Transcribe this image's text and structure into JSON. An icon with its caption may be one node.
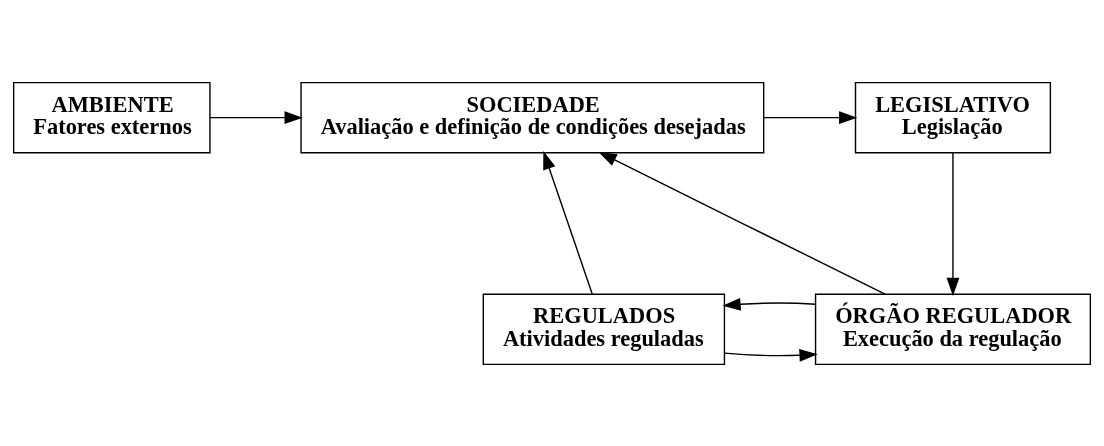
{
  "diagram": {
    "nodes": [
      {
        "text": [
          "AMBIENTE",
          "Fatores externos"
        ]
      },
      {
        "text": [
          "SOCIEDADE",
          "Avaliação e definição de condições desejadas"
        ]
      },
      {
        "text": [
          "LEGISLATIVO",
          "Legislação"
        ]
      },
      {
        "text": [
          "REGULADOS",
          "Atividades reguladas"
        ]
      },
      {
        "text": [
          "ÓRGÃO REGULADOR",
          "Execução da regulação"
        ]
      }
    ],
    "edges": [
      {
        "from": 0,
        "to": 1,
        "arrow": "to"
      },
      {
        "from": 1,
        "to": 2,
        "arrow": "to"
      },
      {
        "from": 2,
        "to": 4,
        "arrow": "to"
      },
      {
        "from": 4,
        "to": 1,
        "arrow": "to"
      },
      {
        "from": 3,
        "to": 1,
        "arrow": "to"
      },
      {
        "from": 3,
        "to": 4,
        "arrow": "to"
      },
      {
        "from": 4,
        "to": 3,
        "arrow": "to"
      }
    ]
  }
}
